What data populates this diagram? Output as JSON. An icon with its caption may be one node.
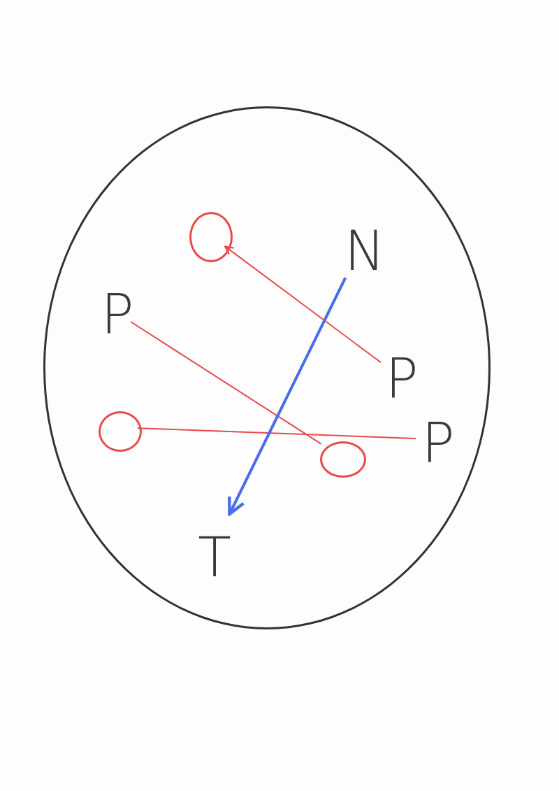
{
  "diagram": {
    "nodes": [
      {
        "text": [],
        "shape": "circle"
      },
      {
        "text": [],
        "shape": "circle",
        "in": 0
      },
      {
        "text": [
          "N"
        ],
        "in": 0
      },
      {
        "text": [
          "P"
        ],
        "in": 0
      },
      {
        "text": [
          "P"
        ],
        "in": 0
      },
      {
        "text": [],
        "shape": "circle",
        "in": 0
      },
      {
        "text": [
          "P"
        ],
        "in": 0
      },
      {
        "text": [],
        "shape": "circle",
        "in": 0
      },
      {
        "text": [
          "T"
        ],
        "in": 0
      }
    ],
    "edges": [
      {
        "from": 4,
        "to": 1,
        "arrow": "to",
        "color": "#e84a4a"
      },
      {
        "from": 3,
        "to": 7,
        "arrow": "none",
        "color": "#e84a4a"
      },
      {
        "from": 5,
        "to": 6,
        "arrow": "none",
        "color": "#e84a4a"
      },
      {
        "from": 2,
        "to": 8,
        "arrow": "to",
        "style": "thick",
        "color": "#4a6ee8"
      }
    ]
  }
}
